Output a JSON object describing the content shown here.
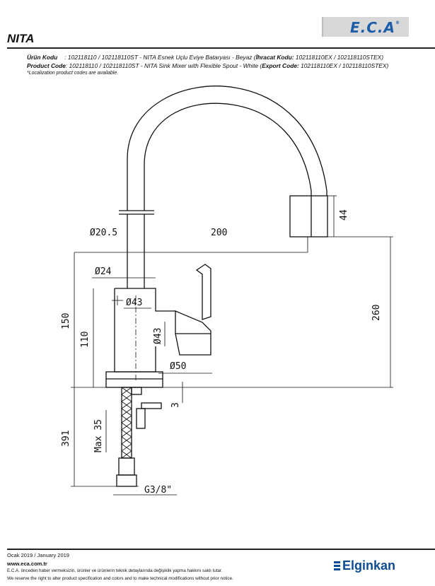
{
  "header": {
    "logo": "E.C.A",
    "logo_mark": "®",
    "product_name": "NITA"
  },
  "product_info": {
    "tr_label": "Ürün Kodu",
    "tr_value": ": 102118110 / 102118110ST - NITA Esnek Uçlu Eviye Bataryası - Beyaz (",
    "tr_export_label": "İhracat Kodu:",
    "tr_export_value": " 102118110EX / 102118110STEX)",
    "en_label": "Product Code",
    "en_value": ": 102118110 / 102118110ST - NITA  Sink Mixer with Flexible Spout - White (",
    "en_export_label": "Export Code:",
    "en_export_value": " 102118110EX / 102118110STEX)",
    "note": "*Localization product codes are available."
  },
  "dimensions": {
    "d20_5": "Ø20.5",
    "reach": "200",
    "spout_height": "44",
    "d24": "Ø24",
    "d43_body": "Ø43",
    "d43_handle": "Ø43",
    "height_150": "150",
    "height_110": "110",
    "height_260": "260",
    "d50": "Ø50",
    "gap_3": "3",
    "max_35": "Max 35",
    "hose_391": "391",
    "thread": "G3/8\""
  },
  "footer": {
    "date": "Ocak 2019 / January 2019",
    "url": "www.eca.com.tr",
    "disclaimer_tr": "E.C.A. önceden haber vermeksizin, ürünler ve ürünlerin teknik detaylarında değişiklik yapma hakkını saklı tutar.",
    "disclaimer_en": "We reserve the right to alter product specification and colors and to make technical modifications without prior notice.",
    "brand": "Elginkan"
  }
}
